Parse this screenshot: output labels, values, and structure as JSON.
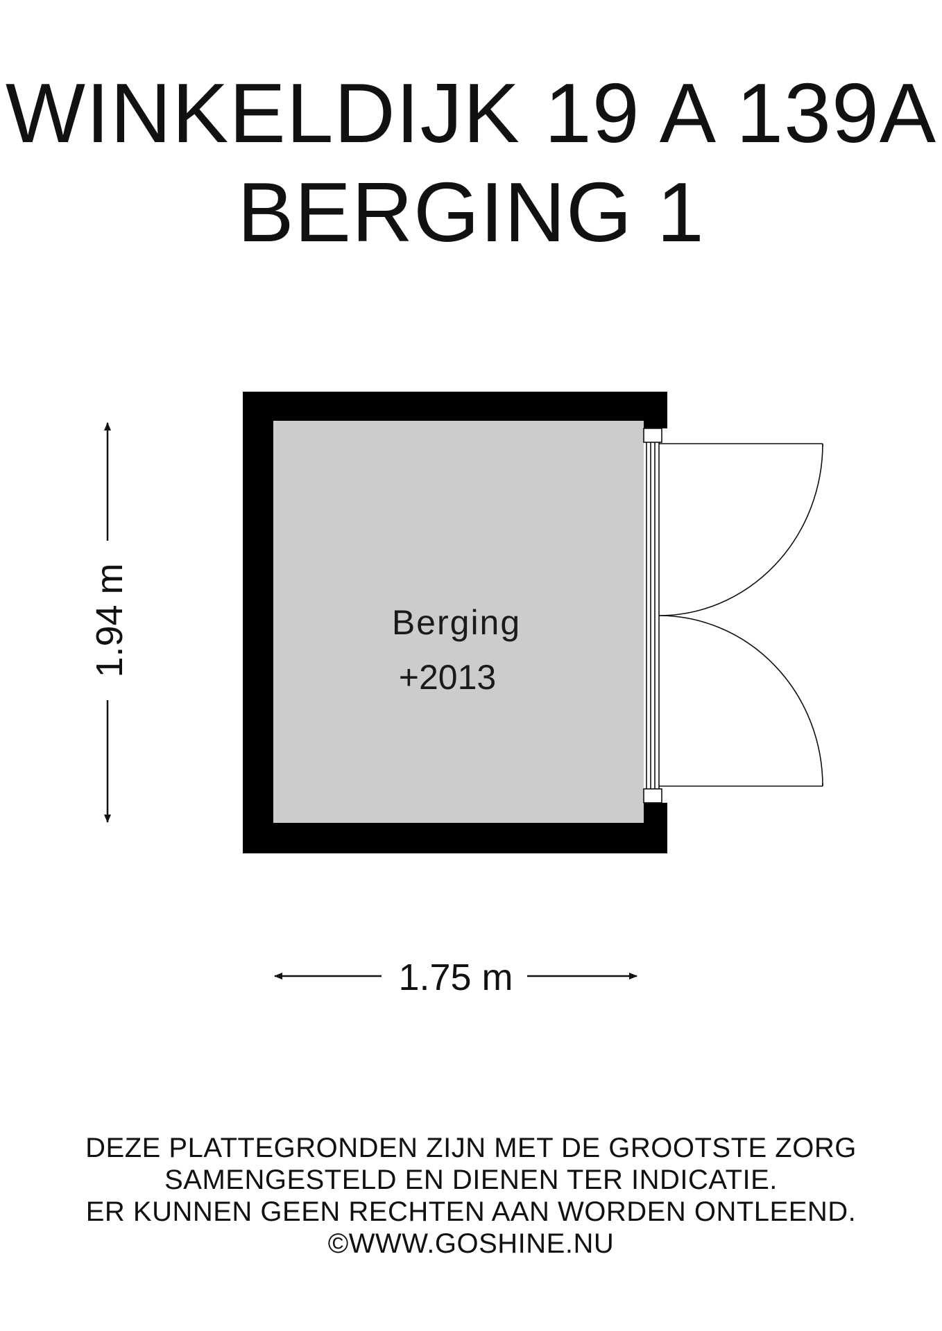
{
  "title": {
    "line1": "WINKELDIJK 19 A 139A",
    "line2": "BERGING 1"
  },
  "room": {
    "name": "Berging",
    "level": "+2013"
  },
  "dimensions": {
    "height": "1.94 m",
    "width": "1.75 m"
  },
  "disclaimer": {
    "lines": [
      "DEZE PLATTEGRONDEN ZIJN MET DE GROOTSTE ZORG",
      "SAMENGESTELD EN DIENEN TER INDICATIE.",
      "ER KUNNEN GEEN RECHTEN AAN WORDEN ONTLEEND.",
      "©WWW.GOSHINE.NU"
    ]
  },
  "colors": {
    "wall": "#000000",
    "floor": "#cccccc",
    "background": "#ffffff",
    "text": "#111111"
  }
}
